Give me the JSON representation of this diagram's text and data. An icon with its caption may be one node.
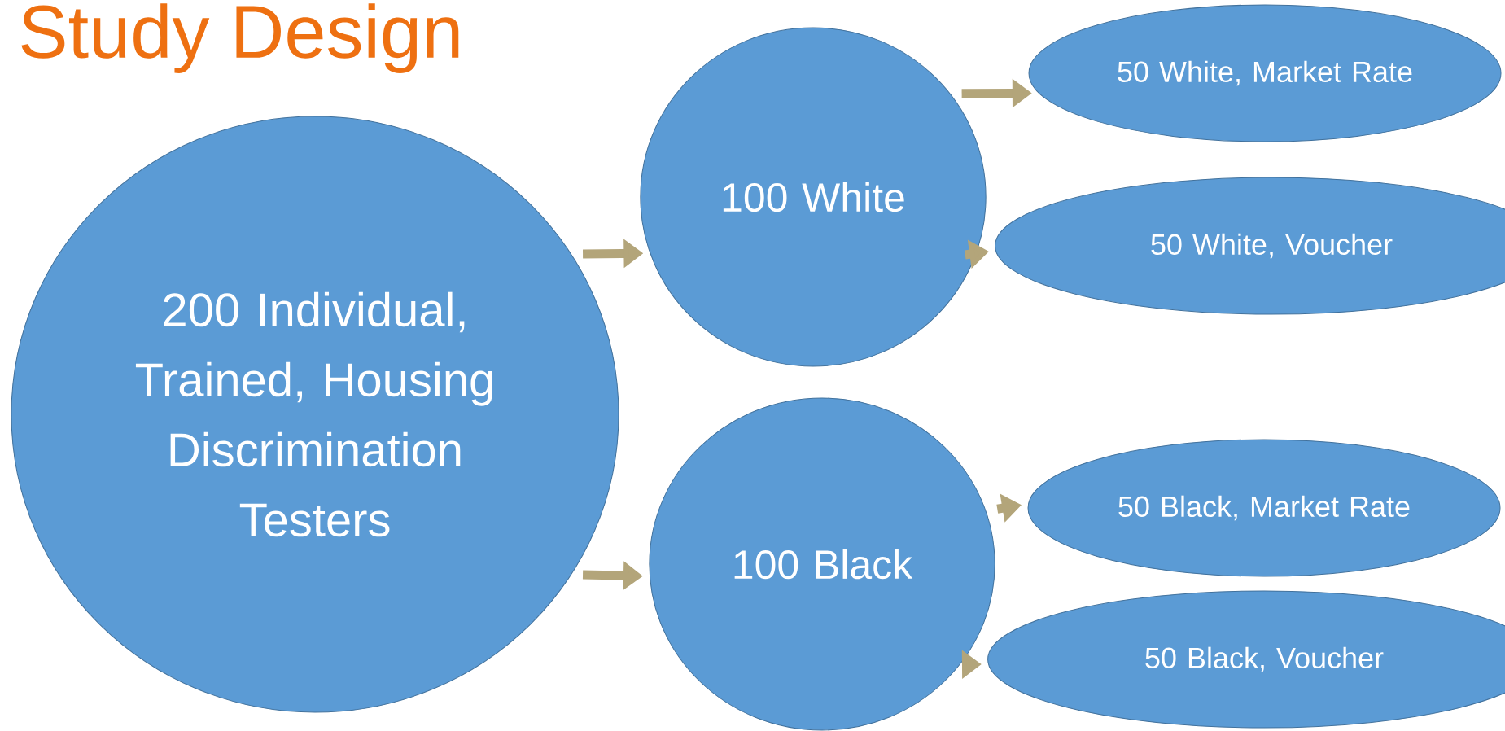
{
  "diagram": {
    "title": "Study Design",
    "nodes": [
      {
        "text": [
          "200 Individual, Trained, Housing Discrimination Testers"
        ]
      },
      {
        "text": [
          "100 White"
        ]
      },
      {
        "text": [
          "100 Black"
        ]
      },
      {
        "text": [
          "50 White, Market Rate"
        ]
      },
      {
        "text": [
          "50 White, Voucher"
        ]
      },
      {
        "text": [
          "50 Black, Market Rate"
        ]
      },
      {
        "text": [
          "50 Black, Voucher"
        ]
      }
    ],
    "edges": [
      {
        "from": 0,
        "to": 1,
        "arrow": "to"
      },
      {
        "from": 0,
        "to": 2,
        "arrow": "to"
      },
      {
        "from": 1,
        "to": 3,
        "arrow": "to"
      },
      {
        "from": 1,
        "to": 4,
        "arrow": "to"
      },
      {
        "from": 2,
        "to": 5,
        "arrow": "to"
      },
      {
        "from": 2,
        "to": 6,
        "arrow": "to"
      }
    ]
  }
}
